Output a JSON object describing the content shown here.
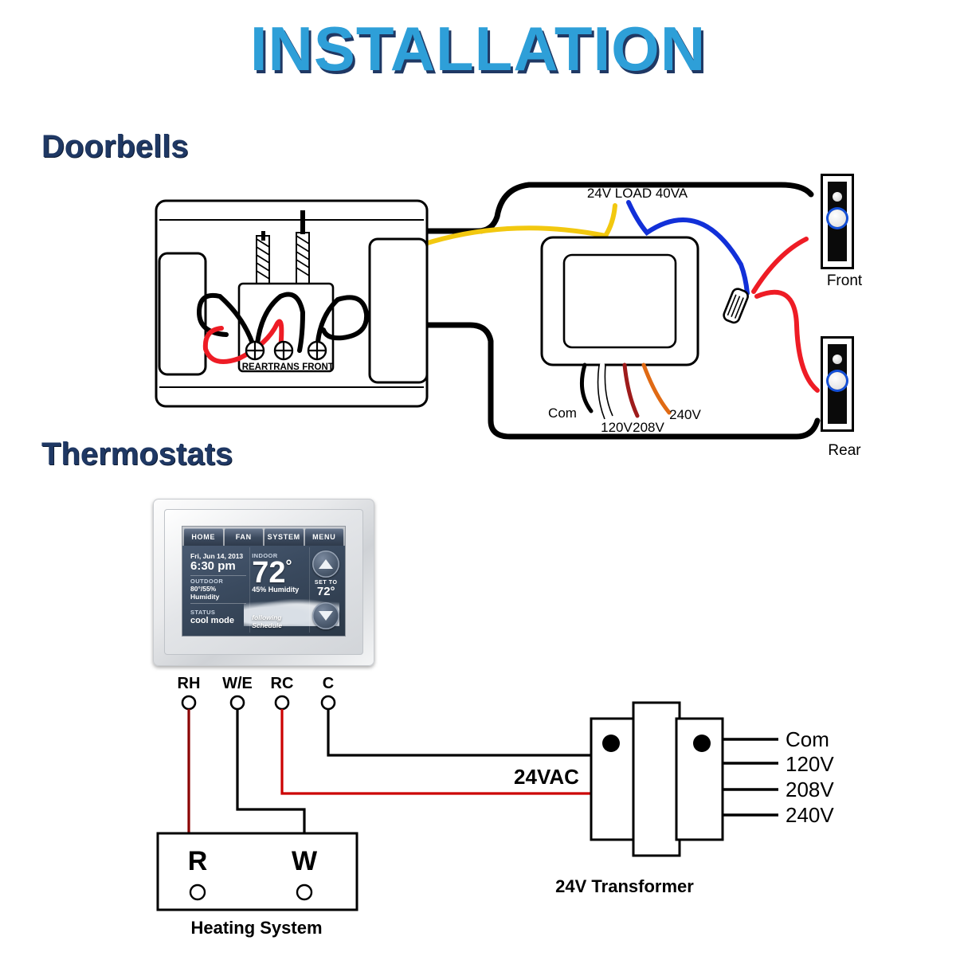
{
  "page": {
    "title": "INSTALLATION",
    "accent_color": "#2E9FD8",
    "heading_color": "#1F3864"
  },
  "sections": {
    "doorbells": {
      "heading": "Doorbells",
      "chime": {
        "terminals": [
          "REAR",
          "TRANS",
          "FRONT"
        ],
        "wire_colors": {
          "black": "#000000",
          "red": "#ee1c25"
        }
      },
      "transformer": {
        "primary_label": "24V LOAD 40VA",
        "taps": [
          {
            "name": "Com",
            "color": "#000000"
          },
          {
            "name": "120V",
            "color": "#ffffff"
          },
          {
            "name": "208V",
            "color": "#9e1b1b"
          },
          {
            "name": "240V",
            "color": "#e06a14"
          }
        ],
        "load_wire_colors": {
          "yellow": "#f2c80f",
          "blue": "#1230d8"
        }
      },
      "buttons": [
        {
          "label": "Front"
        },
        {
          "label": "Rear"
        }
      ]
    },
    "thermostats": {
      "heading": "Thermostats",
      "device": {
        "tabs": [
          "HOME",
          "FAN",
          "SYSTEM",
          "MENU"
        ],
        "screen": {
          "date": "Fri, Jun 14, 2013",
          "time": "6:30 pm",
          "outdoor_label": "OUTDOOR",
          "outdoor_value": "80°/55% Humidity",
          "status_label": "STATUS",
          "status_value": "cool mode",
          "indoor_label": "INDOOR",
          "indoor_temp": "72",
          "indoor_degree": "°",
          "indoor_humidity": "45% Humidity",
          "schedule_text": "following Schedule",
          "set_to_label": "SET TO",
          "set_to_value": "72°"
        }
      },
      "terminals": [
        {
          "name": "RH",
          "wire": "#8b0000"
        },
        {
          "name": "W/E",
          "wire": "#000000"
        },
        {
          "name": "RC",
          "wire": "#cc0000"
        },
        {
          "name": "C",
          "wire": "#000000"
        }
      ],
      "bus_label": "24VAC",
      "heating_system": {
        "caption": "Heating System",
        "terminals": [
          "R",
          "W"
        ]
      },
      "transformer": {
        "caption": "24V Transformer",
        "taps": [
          "Com",
          "120V",
          "208V",
          "240V"
        ]
      }
    }
  }
}
